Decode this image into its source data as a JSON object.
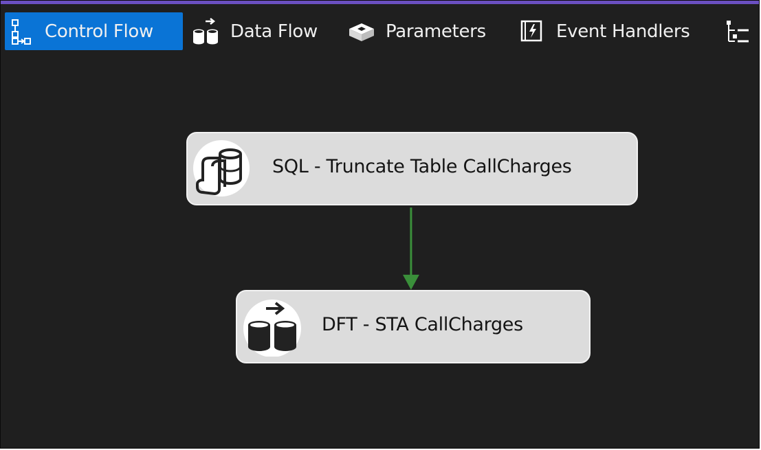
{
  "tabs": {
    "control_flow": "Control Flow",
    "data_flow": "Data Flow",
    "parameters": "Parameters",
    "event_handlers": "Event Handlers",
    "active": "control_flow"
  },
  "icons": {
    "control_flow": "control-flow-icon",
    "data_flow": "data-flow-icon",
    "parameters": "parameters-icon",
    "event_handlers": "event-handlers-icon",
    "overflow": "package-explorer-icon",
    "sql_task": "execute-sql-task-icon",
    "dft_task": "data-flow-task-icon"
  },
  "tasks": {
    "sql": {
      "label": "SQL - Truncate Table CallCharges"
    },
    "dft": {
      "label": "DFT - STA CallCharges"
    }
  },
  "colors": {
    "canvas_background": "#1f1f1f",
    "active_tab": "#0a74d6",
    "top_accent": "#6a4fc1",
    "task_fill": "#dcdcdc",
    "precedence_success": "#3a8f3a"
  },
  "precedence_constraint": {
    "from": "sql",
    "to": "dft",
    "type": "success"
  }
}
